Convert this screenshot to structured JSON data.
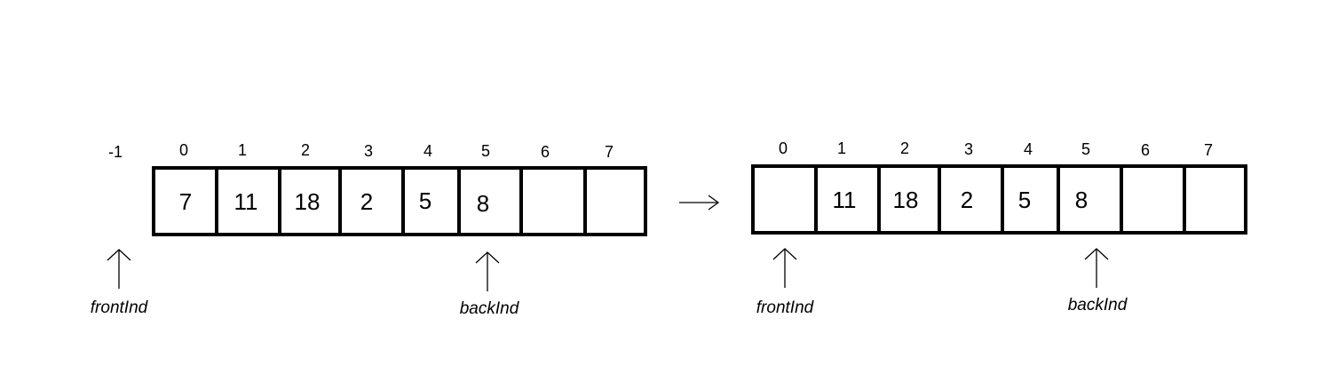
{
  "before": {
    "outer_index": "-1",
    "indices": [
      "0",
      "1",
      "2",
      "3",
      "4",
      "5",
      "6",
      "7"
    ],
    "values": [
      "7",
      "11",
      "18",
      "2",
      "5",
      "8",
      "",
      ""
    ],
    "front_label": "frontInd",
    "back_label": "backInd"
  },
  "after": {
    "indices": [
      "0",
      "1",
      "2",
      "3",
      "4",
      "5",
      "6",
      "7"
    ],
    "values": [
      "",
      "11",
      "18",
      "2",
      "5",
      "8",
      "",
      ""
    ],
    "front_label": "frontInd",
    "back_label": "backInd"
  }
}
